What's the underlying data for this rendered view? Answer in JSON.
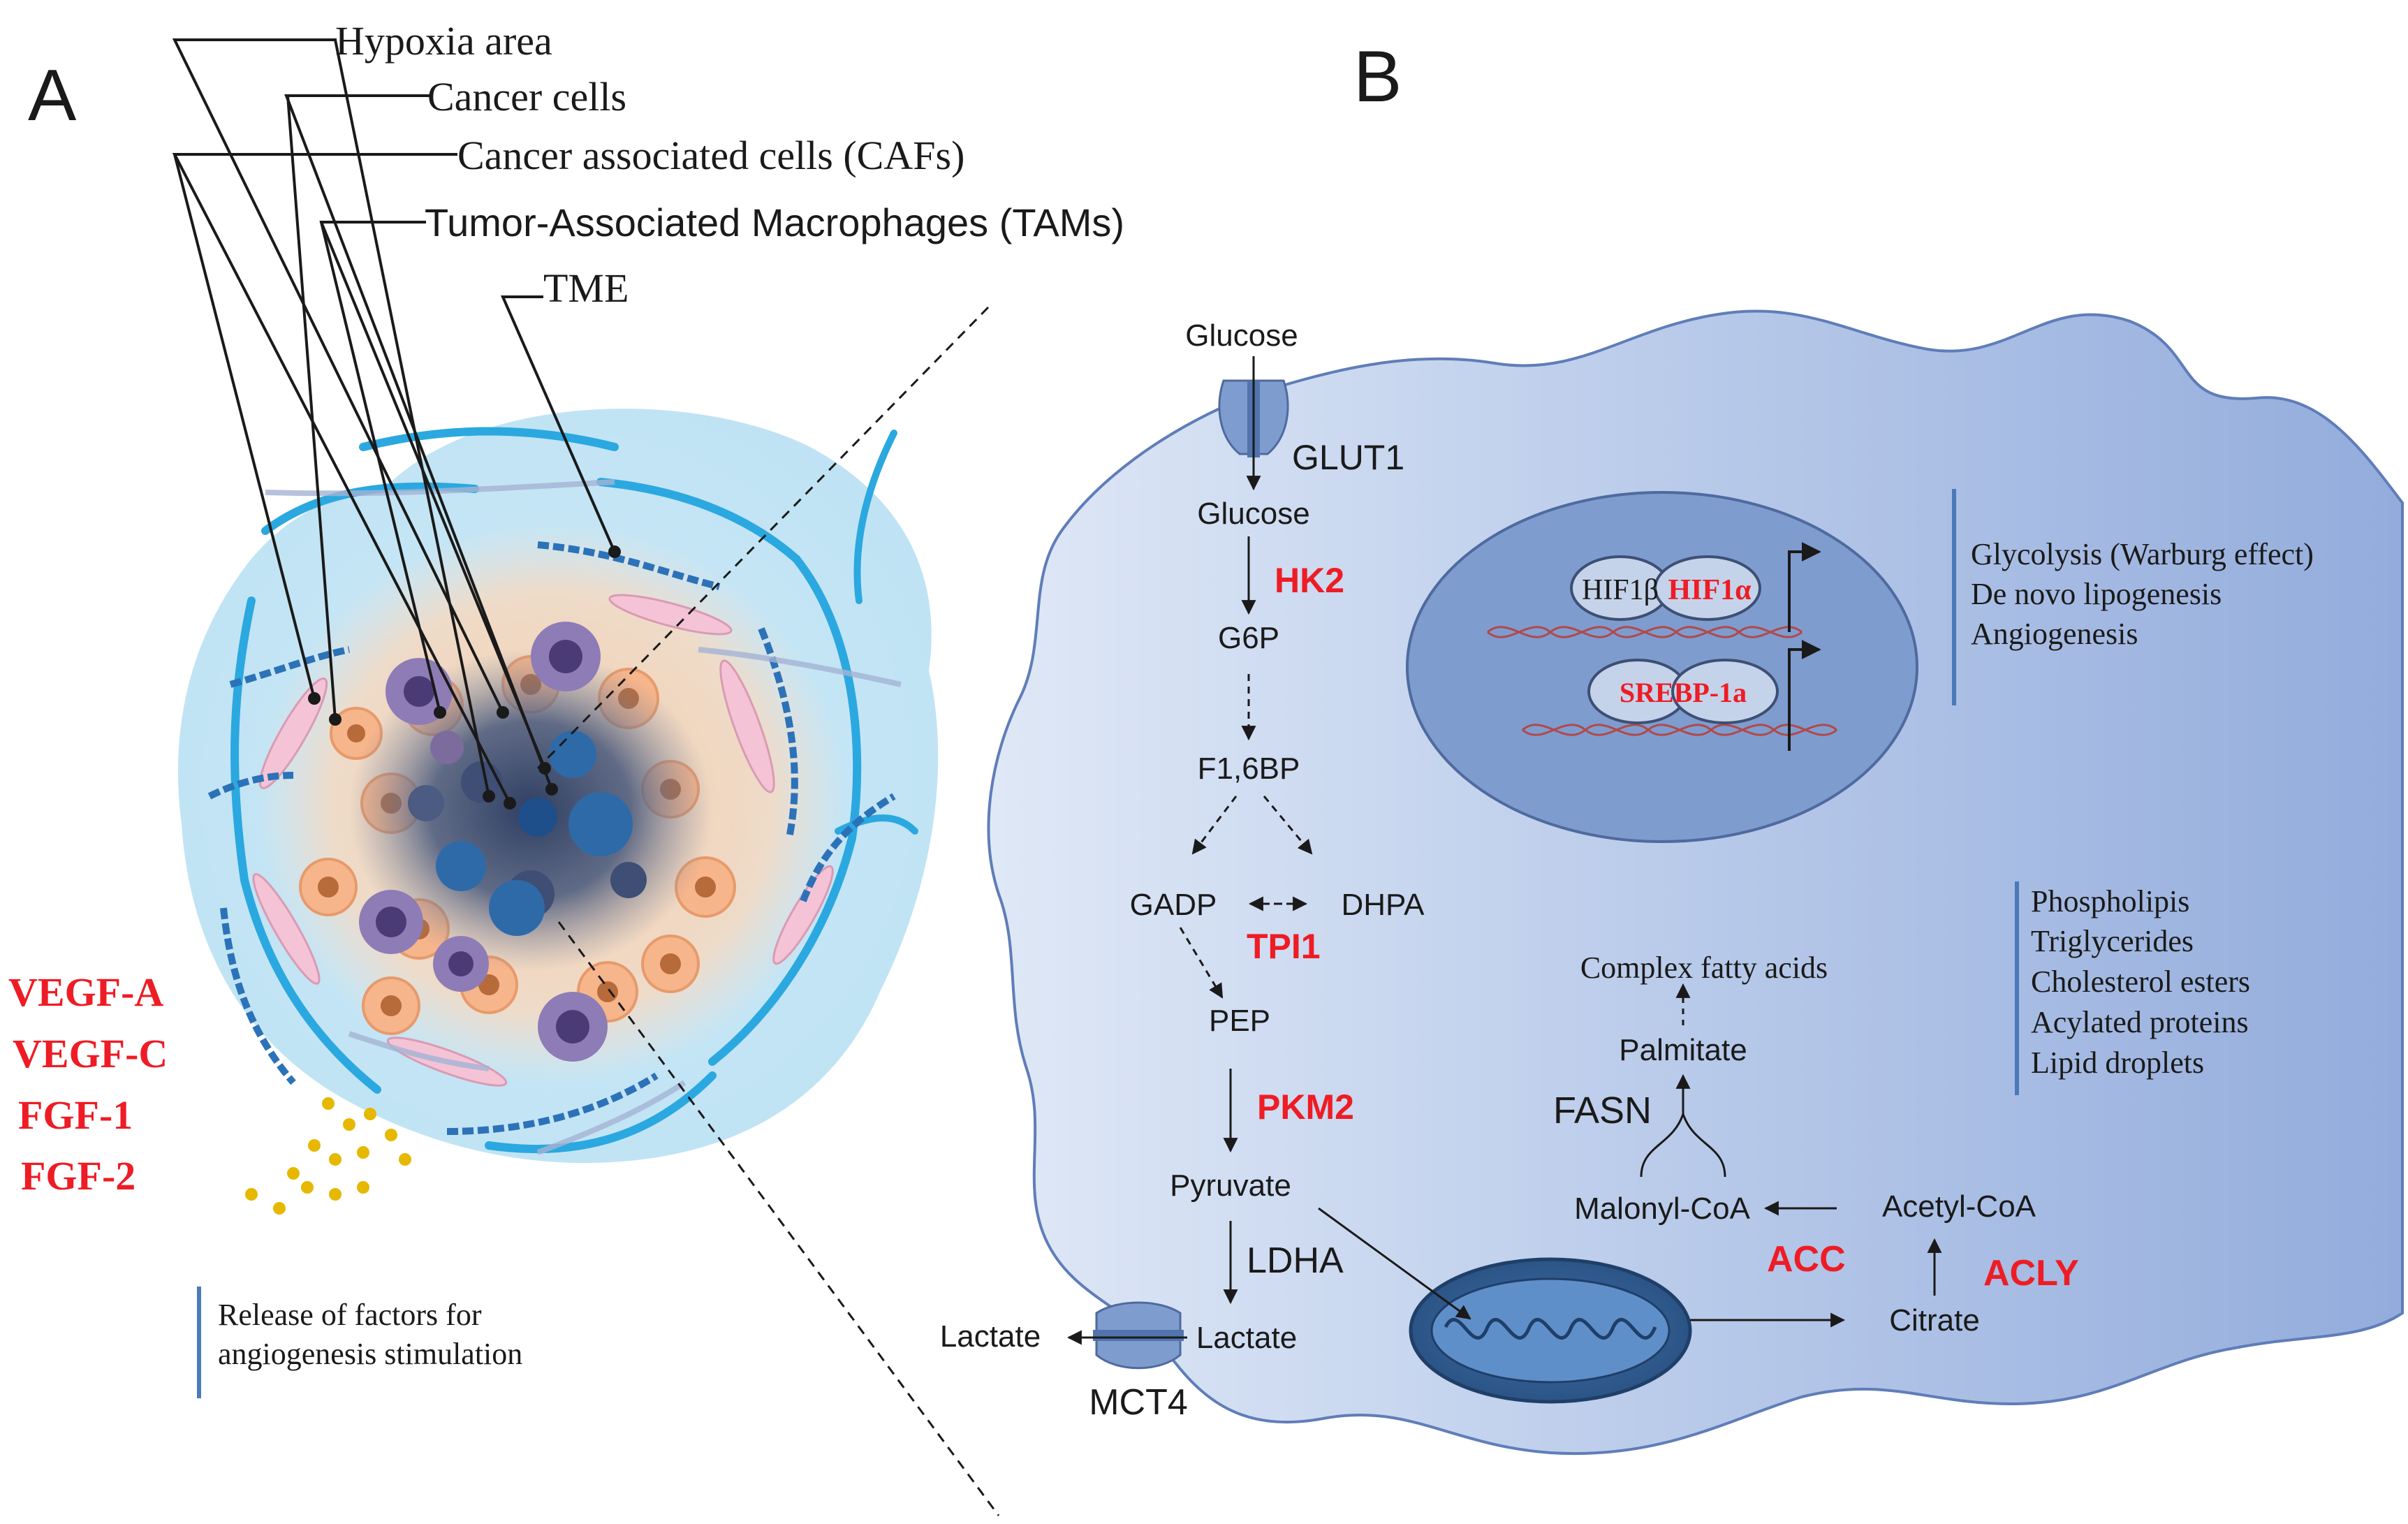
{
  "panels": {
    "a": "A",
    "b": "B"
  },
  "colors": {
    "accent_red": "#ee1c24",
    "cell_blue": "#8ea9dc",
    "nucleus_blue": "#7f9ccf",
    "bar_blue": "#4a7ab8",
    "vessel_blue": "#27aae1"
  },
  "panel_a": {
    "callouts": [
      "Hypoxia area",
      "Cancer cells",
      "Cancer associated cells (CAFs)",
      "Tumor-Associated Macrophages (TAMs)",
      "TME"
    ],
    "factors": [
      "VEGF-A",
      "VEGF-C",
      "FGF-1",
      "FGF-2"
    ],
    "release_note": [
      "Release of factors for",
      "angiogenesis stimulation"
    ]
  },
  "panel_b": {
    "glucose_out": "Glucose",
    "glut1": "GLUT1",
    "glucose_in": "Glucose",
    "hk2": "HK2",
    "g6p": "G6P",
    "f16bp": "F1,6BP",
    "gadp": "GADP",
    "dhpa": "DHPA",
    "tpi1": "TPI1",
    "pep": "PEP",
    "pkm2": "PKM2",
    "pyruvate": "Pyruvate",
    "ldha": "LDHA",
    "lactate_in": "Lactate",
    "lactate_out": "Lactate",
    "mct4": "MCT4",
    "citrate": "Citrate",
    "acly": "ACLY",
    "acetyl_coa": "Acetyl-CoA",
    "acc": "ACC",
    "malonyl_coa": "Malonyl-CoA",
    "fasn": "FASN",
    "palmitate": "Palmitate",
    "complex_fa": "Complex fatty acids",
    "hif1b": "HIF1β",
    "hif1a": "HIF1α",
    "srebp": "SREBP-1a",
    "nucleus_effects": [
      "Glycolysis (Warburg effect)",
      "De novo lipogenesis",
      "Angiogenesis"
    ],
    "lipid_products": [
      "Phospholipis",
      "Triglycerides",
      "Cholesterol esters",
      "Acylated proteins",
      "Lipid droplets"
    ]
  }
}
